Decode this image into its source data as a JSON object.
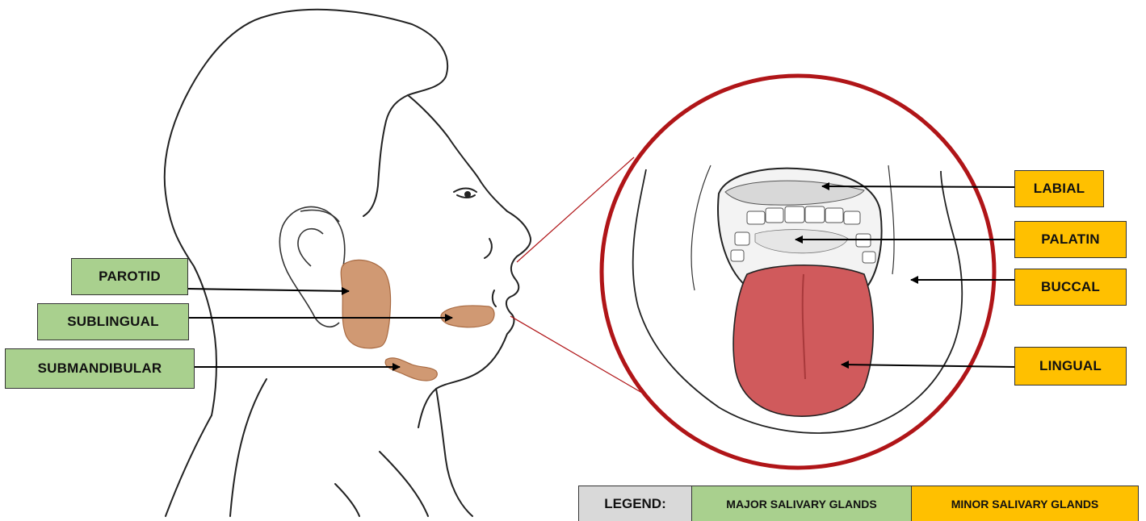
{
  "labels": {
    "parotid": "PAROTID",
    "sublingual": "SUBLINGUAL",
    "submandibular": "SUBMANDIBULAR",
    "labial": "LABIAL",
    "palatin": "PALATIN",
    "buccal": "BUCCAL",
    "lingual": "LINGUAL"
  },
  "legend": {
    "title": "LEGEND:",
    "major": "MAJOR SALIVARY GLANDS",
    "minor": "MINOR SALIVARY GLANDS"
  },
  "colors": {
    "major": "#a9d08e",
    "minor": "#ffc000",
    "gland": "#c8875a",
    "tongue": "#d05a5c",
    "zoom_circle": "#b01518"
  }
}
